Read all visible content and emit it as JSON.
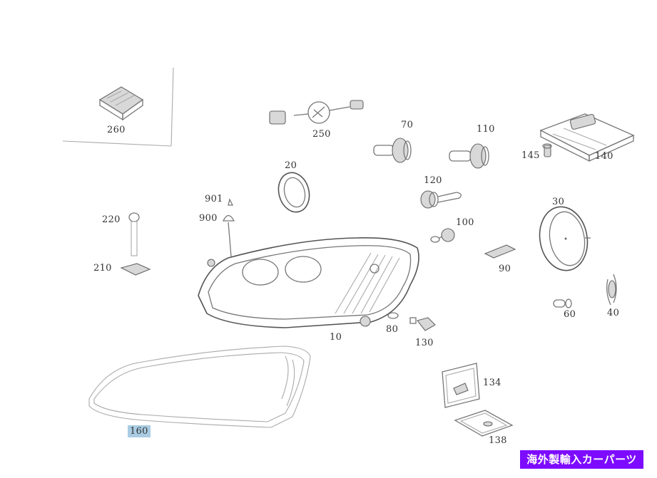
{
  "diagram": {
    "title": "Headlamp assembly exploded parts diagram",
    "parts": [
      {
        "id": "260",
        "label": "260",
        "name": "control-module"
      },
      {
        "id": "250",
        "label": "250",
        "name": "wiring-harness-connector"
      },
      {
        "id": "70",
        "label": "70",
        "name": "bulb-70"
      },
      {
        "id": "110",
        "label": "110",
        "name": "bulb-110"
      },
      {
        "id": "145",
        "label": "145",
        "name": "screw-145"
      },
      {
        "id": "140",
        "label": "140",
        "name": "control-unit-140"
      },
      {
        "id": "20",
        "label": "20",
        "name": "seal-ring-20"
      },
      {
        "id": "120",
        "label": "120",
        "name": "bulb-socket-120"
      },
      {
        "id": "901",
        "label": "901",
        "name": "vent-cap-901"
      },
      {
        "id": "900",
        "label": "900",
        "name": "vent-cap-900"
      },
      {
        "id": "220",
        "label": "220",
        "name": "bolt-220"
      },
      {
        "id": "210",
        "label": "210",
        "name": "bracket-210"
      },
      {
        "id": "100",
        "label": "100",
        "name": "bulb-holder-100"
      },
      {
        "id": "30",
        "label": "30",
        "name": "cover-cap-30"
      },
      {
        "id": "90",
        "label": "90",
        "name": "bulb-90"
      },
      {
        "id": "10",
        "label": "10",
        "name": "headlamp-housing-10"
      },
      {
        "id": "80",
        "label": "80",
        "name": "bulb-80"
      },
      {
        "id": "130",
        "label": "130",
        "name": "socket-130"
      },
      {
        "id": "60",
        "label": "60",
        "name": "bulb-60"
      },
      {
        "id": "40",
        "label": "40",
        "name": "bracket-40"
      },
      {
        "id": "134",
        "label": "134",
        "name": "igniter-134"
      },
      {
        "id": "138",
        "label": "138",
        "name": "ballast-138"
      },
      {
        "id": "160",
        "label": "160",
        "name": "lens-cover-160",
        "highlighted": true
      }
    ]
  },
  "banner": {
    "text": "海外製輸入カーパーツ",
    "background": "#7d0bff",
    "color": "#ffffff"
  },
  "colors": {
    "line": "#777777",
    "highlight": "#a9cce3"
  }
}
